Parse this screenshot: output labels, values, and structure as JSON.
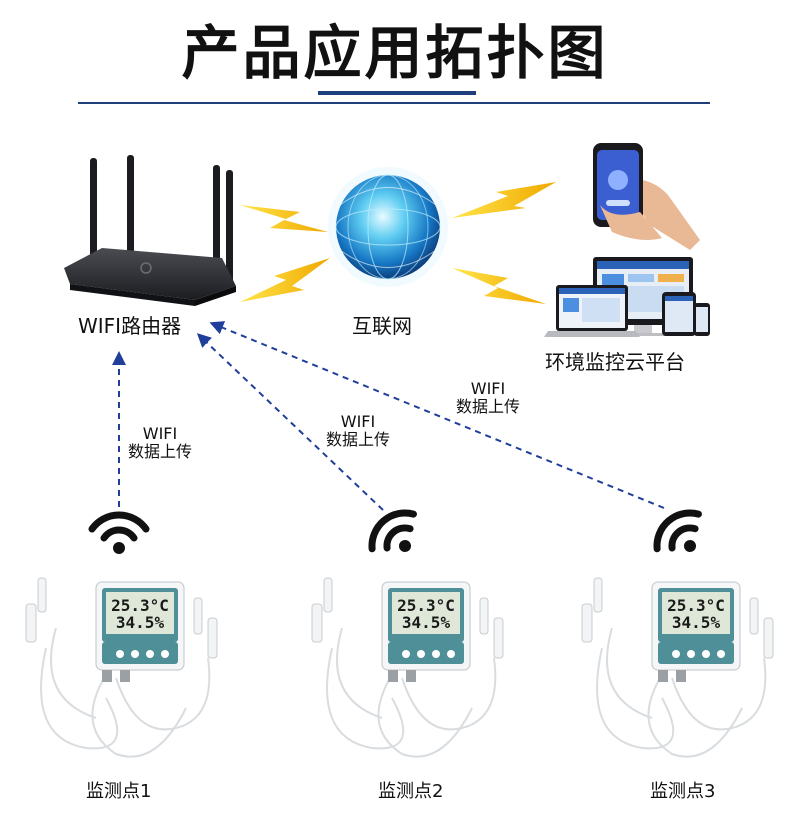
{
  "header": {
    "title": "产品应用拓扑图"
  },
  "nodes": {
    "router_label": "WIFI路由器",
    "internet_label": "互联网",
    "platform_label": "环境监控云平台"
  },
  "links": [
    {
      "line1": "WIFI",
      "line2": "数据上传"
    },
    {
      "line1": "WIFI",
      "line2": "数据上传"
    },
    {
      "line1": "WIFI",
      "line2": "数据上传"
    }
  ],
  "devices": [
    {
      "label": "监测点1",
      "temperature": "25.3",
      "humidity": "34.5"
    },
    {
      "label": "监测点2",
      "temperature": "25.3",
      "humidity": "34.5"
    },
    {
      "label": "监测点3",
      "temperature": "25.3",
      "humidity": "34.5"
    }
  ],
  "colors": {
    "accent": "#1e3f7a",
    "dash": "#1f3f9a",
    "lightning": "#f5c000",
    "device_teal": "#4f8f98"
  }
}
